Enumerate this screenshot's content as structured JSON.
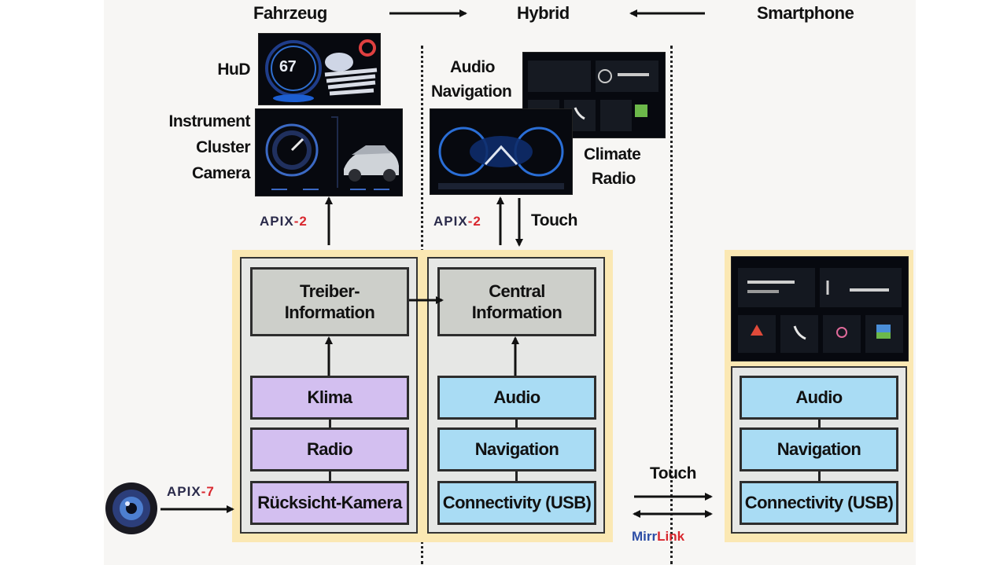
{
  "columns": {
    "vehicle": "Fahrzeug",
    "hybrid": "Hybrid",
    "smartphone": "Smartphone"
  },
  "displays": {
    "hud": "HuD",
    "cluster": [
      "Instrument",
      "Cluster",
      "Camera"
    ],
    "audio_nav": [
      "Audio",
      "Navigation"
    ],
    "climate_radio": [
      "Climate",
      "Radio"
    ],
    "hud_speed": "67"
  },
  "links": {
    "apix_main": "APIX",
    "apix_num": "2",
    "apix_camera": "APIX",
    "apix_camera_num": "7",
    "touch_top": "Touch",
    "touch_bottom": "Touch",
    "mirrorlink_a": "Mirr",
    "mirrorlink_b": "Link"
  },
  "vehicle_stack": {
    "driver_info": [
      "Treiber-",
      "Information"
    ],
    "climate": "Klima",
    "radio": "Radio",
    "rear_camera": "Rücksicht-Kamera"
  },
  "hybrid_stack": {
    "central_info": [
      "Central",
      "Information"
    ],
    "audio": "Audio",
    "navigation": "Navigation",
    "connectivity": "Connectivity (USB)"
  },
  "smartphone_stack": {
    "audio": "Audio",
    "navigation": "Navigation",
    "connectivity": "Connectivity (USB)"
  },
  "colors": {
    "vehicle_blocks": "#d3bff0",
    "hybrid_blocks": "#a9dcf4",
    "info_blocks": "#cdcfca",
    "frame": "#fbe8b3"
  }
}
